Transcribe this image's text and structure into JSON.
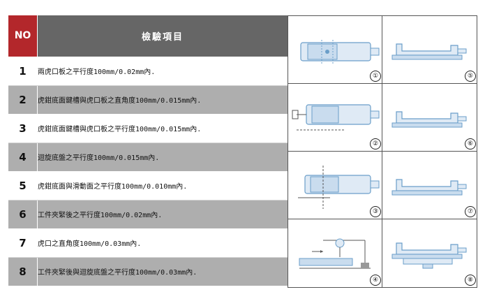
{
  "header": {
    "no": "NO",
    "item": "檢驗項目"
  },
  "items": [
    {
      "no": "1",
      "text": "兩虎口板之平行度100mm/0.02mm內."
    },
    {
      "no": "2",
      "text": "虎鉗底面鍵槽與虎口板之直角度100mm/0.015mm內."
    },
    {
      "no": "3",
      "text": "虎鉗底面鍵槽與虎口板之平行度100mm/0.015mm內."
    },
    {
      "no": "4",
      "text": "迴旋底盤之平行度100mm/0.015mm內."
    },
    {
      "no": "5",
      "text": "虎鉗底面與滑動面之平行度100mm/0.010mm內."
    },
    {
      "no": "6",
      "text": "工件夾緊後之平行度100mm/0.02mm內."
    },
    {
      "no": "7",
      "text": "虎口之直角度100mm/0.03mm內."
    },
    {
      "no": "8",
      "text": "工件夾緊後與迴旋底盤之平行度100mm/0.03mm內."
    }
  ],
  "diagrams": [
    {
      "marker": "①",
      "icon": "vise-top-view-icon"
    },
    {
      "marker": "②",
      "icon": "vise-top-view-keyway-icon"
    },
    {
      "marker": "③",
      "icon": "vise-top-view-parallel-icon"
    },
    {
      "marker": "④",
      "icon": "dial-indicator-icon"
    },
    {
      "marker": "⑤",
      "icon": "vise-side-view-icon"
    },
    {
      "marker": "⑥",
      "icon": "vise-side-view-icon"
    },
    {
      "marker": "⑦",
      "icon": "vise-side-view-icon"
    },
    {
      "marker": "⑧",
      "icon": "vise-side-view-swivel-icon"
    }
  ],
  "colors": {
    "no_header": "#b3272b",
    "item_header": "#666666",
    "shaded_row": "#aeaeae",
    "drawing_blue": "#6a9ec9"
  }
}
